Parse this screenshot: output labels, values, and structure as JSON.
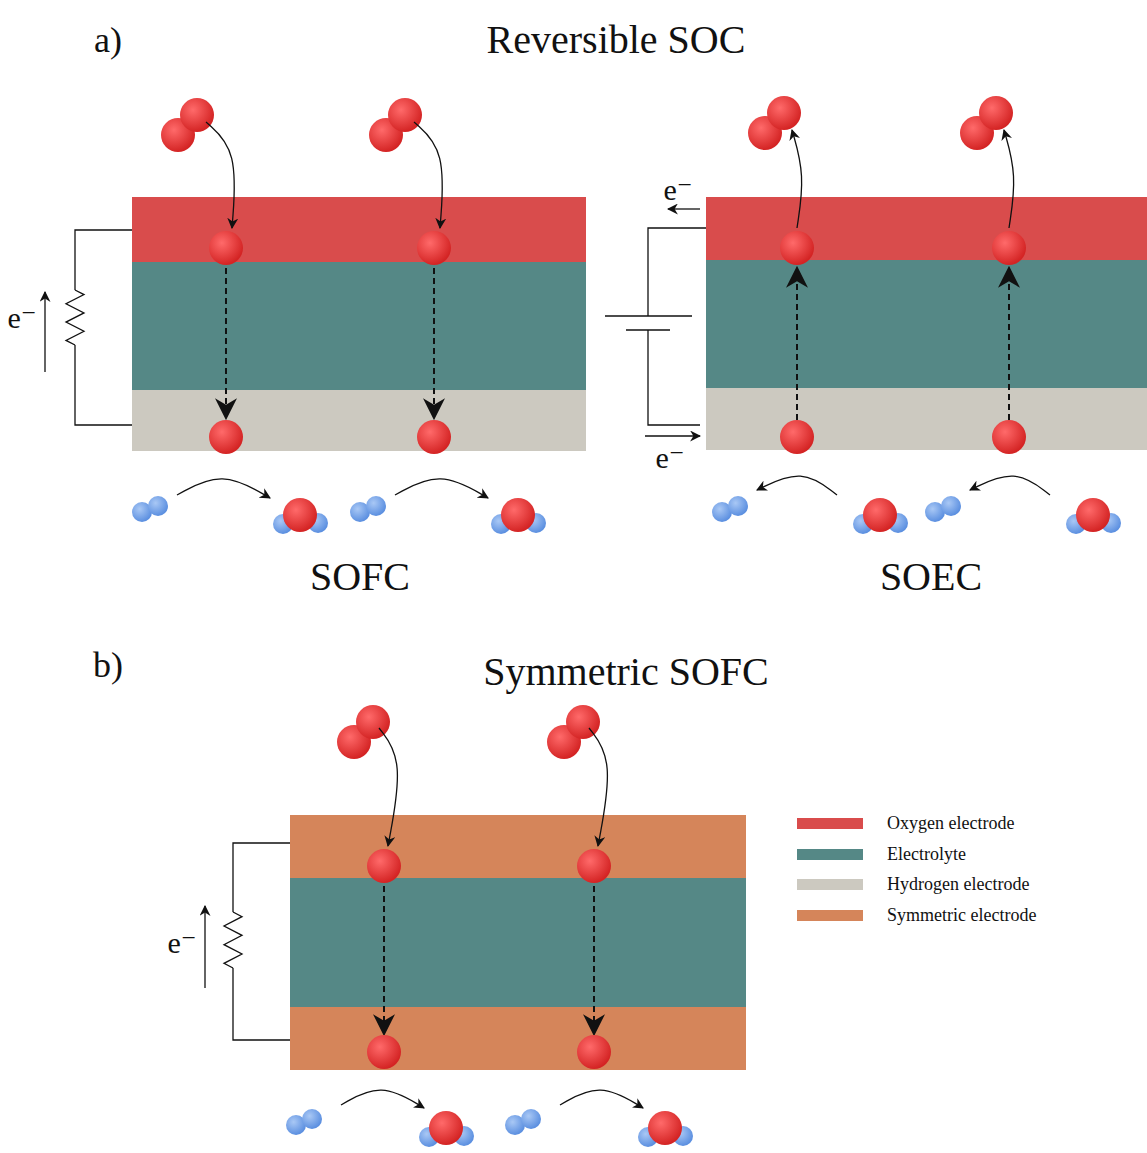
{
  "diagram": {
    "labels": [
      "a)",
      "Reversible SOC",
      "e⁻",
      "e⁻",
      "e⁻",
      "SOFC",
      "SOEC",
      "b)",
      "Symmetric SOFC",
      "e⁻"
    ],
    "legend": [
      {
        "text": "Oxygen electrode",
        "color": "#d94c4c"
      },
      {
        "text": "Electrolyte",
        "color": "#558886"
      },
      {
        "text": "Hydrogen electrode",
        "color": "#ccc9c0"
      },
      {
        "text": "Symmetric electrode",
        "color": "#d5855a"
      }
    ]
  }
}
